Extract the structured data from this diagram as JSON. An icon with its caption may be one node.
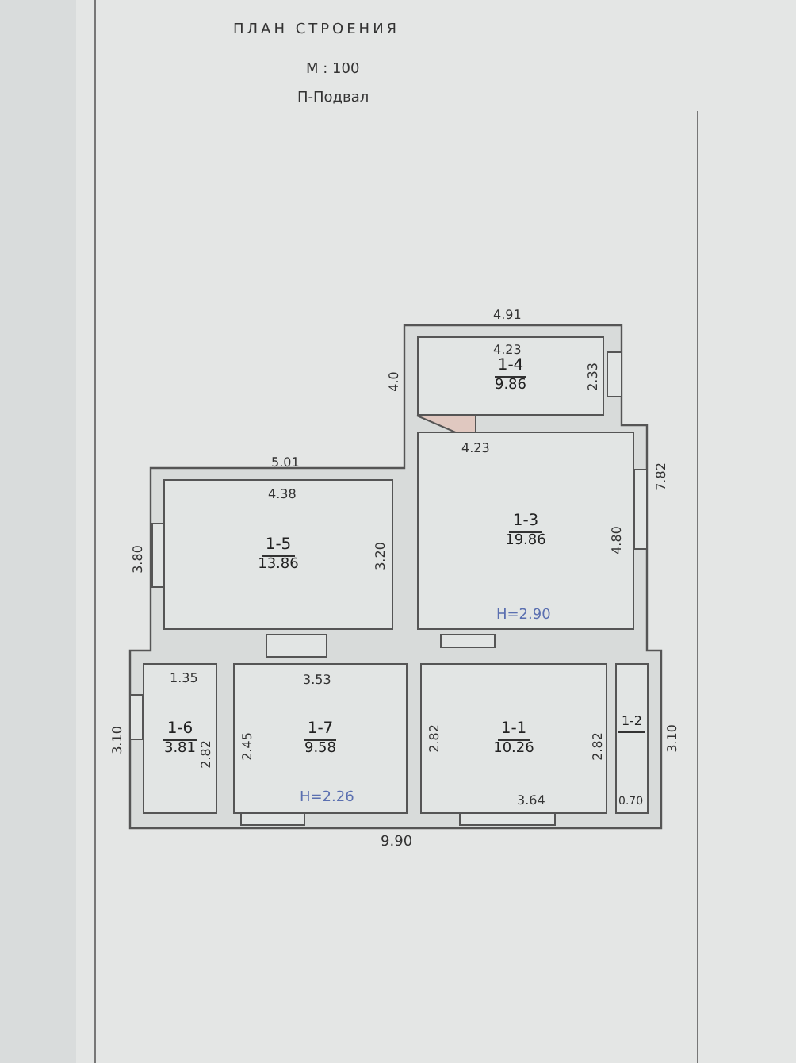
{
  "diagram": {
    "title": "ПЛАН СТРОЕНИЯ",
    "nodes": [
      {
        "text": [
          "1-4",
          "9.86"
        ]
      },
      {
        "text": [
          "1-3",
          "19.86"
        ]
      },
      {
        "text": [
          "1-5",
          "13.86"
        ]
      },
      {
        "text": [
          "1-6",
          "3.81"
        ]
      },
      {
        "text": [
          "1-7",
          "9.58"
        ]
      },
      {
        "text": [
          "1-1",
          "10.26"
        ]
      },
      {
        "text": [
          "1-2"
        ]
      }
    ],
    "labels": [
      "М : 100",
      "П-Подвал",
      "4.91",
      "4.23",
      "4.0",
      "2.33",
      "4.23",
      "7.82",
      "5.01",
      "4.38",
      "3.80",
      "3.20",
      "4.80",
      "H=2.90",
      "1.35",
      "3.53",
      "3.10",
      "2.82",
      "2.45",
      "2.82",
      "2.82",
      "3.10",
      "H=2.26",
      "3.64",
      "0.70",
      "9.90"
    ]
  }
}
